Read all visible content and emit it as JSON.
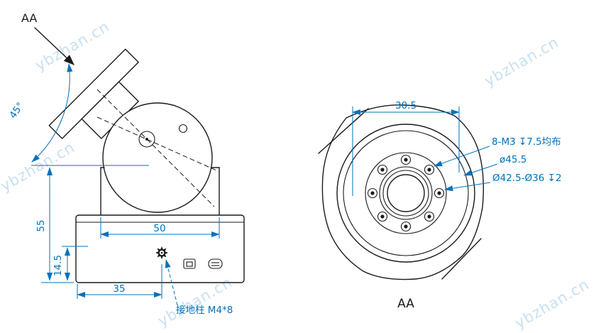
{
  "drawing": {
    "watermark": "ybzhan.cn",
    "colors": {
      "dimension": "#0072bc",
      "line": "#1a1a1a",
      "watermark": "#c9e0f1"
    },
    "section_arrow_label": "AA",
    "left_view": {
      "angle_dim": "45°",
      "height_dim": "55",
      "slot_width_dim": "50",
      "base_width_dim": "35",
      "base_height_dim": "14.5",
      "ground_stud_label": "接地柱 M4*8"
    },
    "right_view": {
      "section_label": "AA",
      "width_dim": "30.5",
      "bolt_pattern_note": "8-M3 ↧7.5均布",
      "diameter_note": "ø45.5",
      "counterbore_note": "Ø42.5-Ø36 ↧2"
    }
  }
}
